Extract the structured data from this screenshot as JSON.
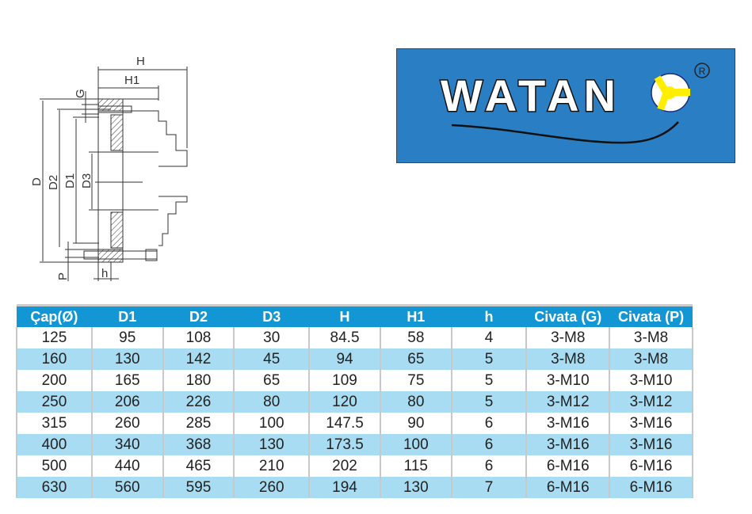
{
  "diagram": {
    "labels": {
      "H": "H",
      "H1": "H1",
      "G": "G",
      "D": "D",
      "D2": "D2",
      "D1": "D1",
      "D3": "D3",
      "P": "P",
      "h": "h"
    }
  },
  "logo": {
    "text": "WATAN",
    "registered": "R",
    "colors": {
      "background": "#2a7fc4",
      "accent": "#ffee00"
    }
  },
  "table": {
    "headers": [
      "Çap(Ø)",
      "D1",
      "D2",
      "D3",
      "H",
      "H1",
      "h",
      "Civata (G)",
      "Civata (P)"
    ],
    "rows": [
      [
        "125",
        "95",
        "108",
        "30",
        "84.5",
        "58",
        "4",
        "3-M8",
        "3-M8"
      ],
      [
        "160",
        "130",
        "142",
        "45",
        "94",
        "65",
        "5",
        "3-M8",
        "3-M8"
      ],
      [
        "200",
        "165",
        "180",
        "65",
        "109",
        "75",
        "5",
        "3-M10",
        "3-M10"
      ],
      [
        "250",
        "206",
        "226",
        "80",
        "120",
        "80",
        "5",
        "3-M12",
        "3-M12"
      ],
      [
        "315",
        "260",
        "285",
        "100",
        "147.5",
        "90",
        "6",
        "3-M16",
        "3-M16"
      ],
      [
        "400",
        "340",
        "368",
        "130",
        "173.5",
        "100",
        "6",
        "3-M16",
        "3-M16"
      ],
      [
        "500",
        "440",
        "465",
        "210",
        "202",
        "115",
        "6",
        "6-M16",
        "6-M16"
      ],
      [
        "630",
        "560",
        "595",
        "260",
        "194",
        "130",
        "7",
        "6-M16",
        "6-M16"
      ]
    ],
    "colors": {
      "header": "#1296d4",
      "alt_row": "#a8dcf2"
    }
  }
}
